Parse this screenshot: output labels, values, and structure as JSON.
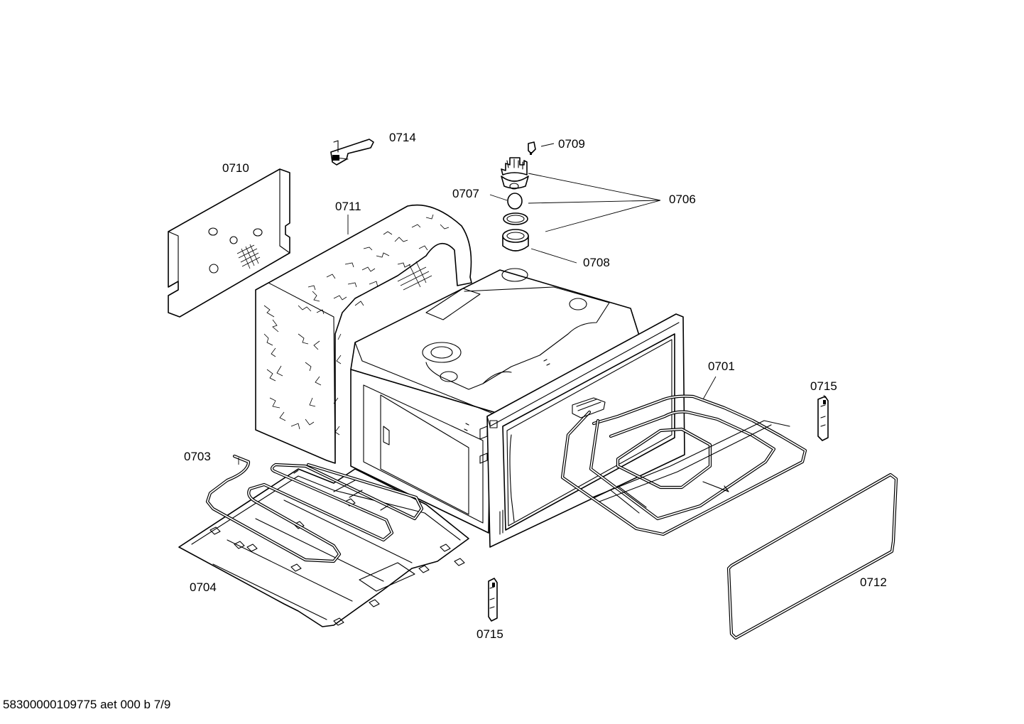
{
  "labels": {
    "p0701": "0701",
    "p0703": "0703",
    "p0704": "0704",
    "p0706": "0706",
    "p0707": "0707",
    "p0708": "0708",
    "p0709": "0709",
    "p0710": "0710",
    "p0711": "0711",
    "p0712": "0712",
    "p0714": "0714",
    "p0715a": "0715",
    "p0715b": "0715"
  },
  "footer": "58300000109775 aet 000 b 7/9"
}
